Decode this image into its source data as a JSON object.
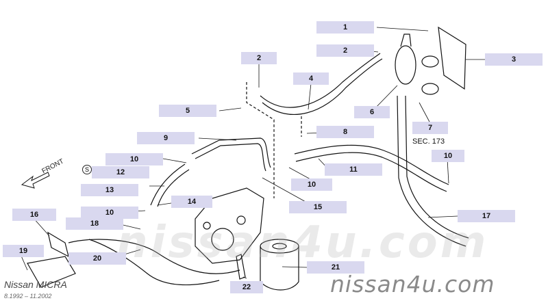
{
  "brand": {
    "model": "Nissan MICRA",
    "dates": "8.1992 – 11.2002",
    "watermark": "nissan4u.com"
  },
  "section_ref": "SEC. 173",
  "direction": "FRONT",
  "s_mark": "S",
  "callouts": {
    "c1": "1",
    "c2a": "2",
    "c2b": "2",
    "c3": "3",
    "c4": "4",
    "c5": "5",
    "c6": "6",
    "c7": "7",
    "c8": "8",
    "c9": "9",
    "c10a": "10",
    "c10b": "10",
    "c10c": "10",
    "c10d": "10",
    "c11": "11",
    "c12": "12",
    "c13": "13",
    "c14": "14",
    "c15": "15",
    "c16": "16",
    "c17": "17",
    "c18": "18",
    "c19": "19",
    "c20": "20",
    "c21": "21",
    "c22": "22"
  },
  "colors": {
    "label_bg": "#d9d8ef",
    "ink": "#111111",
    "watermark": "#8a8a8a"
  }
}
